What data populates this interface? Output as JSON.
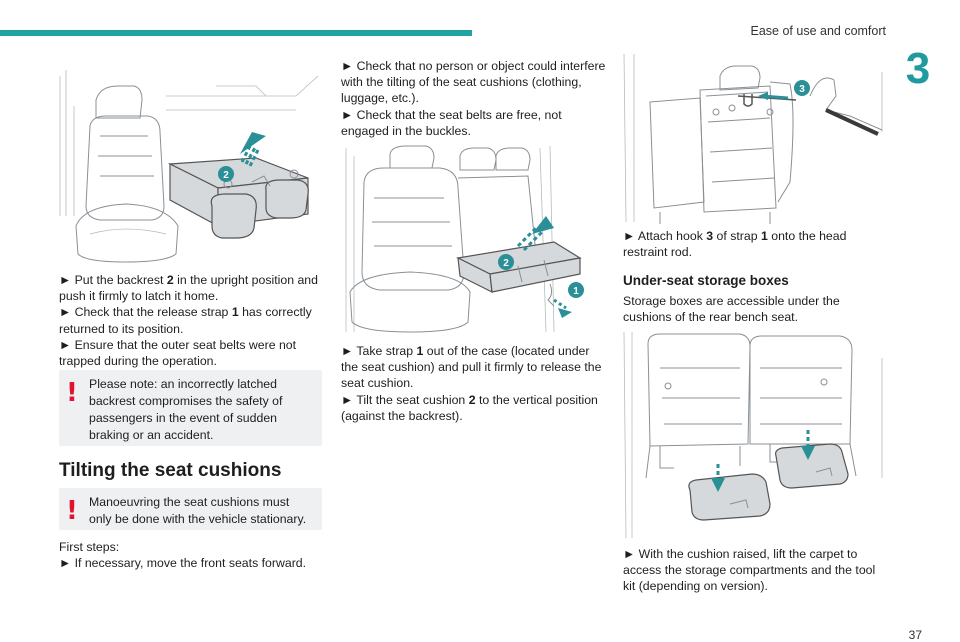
{
  "header": {
    "section_title": "Ease of use and comfort",
    "chapter_number": "3",
    "page_number": "37",
    "accent_color": "#1fa3a3"
  },
  "left_column": {
    "steps": [
      {
        "pre": "► Put the backrest ",
        "bold": "2",
        "post": " in the upright position and push it firmly to latch it home."
      },
      {
        "pre": "► Check that the release strap ",
        "bold": "1",
        "post": " has correctly returned to its position."
      },
      {
        "pre": "► Ensure that the outer seat belts were not trapped during the operation.",
        "bold": "",
        "post": ""
      }
    ],
    "warning": "Please note: an incorrectly latched backrest compromises the safety of passengers in the event of sudden braking or an accident.",
    "heading": "Tilting the seat cushions",
    "warning2": "Manoeuvring the seat cushions must only be done with the vehicle stationary.",
    "first_steps_label": "First steps:",
    "first_step": "► If necessary, move the front seats forward."
  },
  "middle_column": {
    "checks": [
      "► Check that no person or object could interfere with the tilting of the seat cushions (clothing, luggage, etc.).",
      "► Check that the seat belts are free, not engaged in the buckles."
    ],
    "steps": [
      {
        "pre": "► Take strap ",
        "bold": "1",
        "post": " out of the case (located under the seat cushion) and pull it firmly to release the seat cushion."
      },
      {
        "pre": "► Tilt the seat cushion ",
        "bold": "2",
        "post": " to the vertical position (against the backrest)."
      }
    ]
  },
  "right_column": {
    "attach_step": {
      "pre": "► Attach hook ",
      "bold": "3",
      "post": " of strap ",
      "bold2": "1",
      "post2": " onto the head restraint rod."
    },
    "heading": "Under-seat storage boxes",
    "intro": "Storage boxes are accessible under the cushions of the rear bench seat.",
    "final_step": "► With the cushion raised, lift the carpet to access the storage compartments and the tool kit (depending on version)."
  },
  "illustrations": {
    "badge_1": "1",
    "badge_2": "2",
    "badge_3": "3",
    "badge_color": "#2a8f96",
    "arrow_color": "#2a8f96"
  }
}
